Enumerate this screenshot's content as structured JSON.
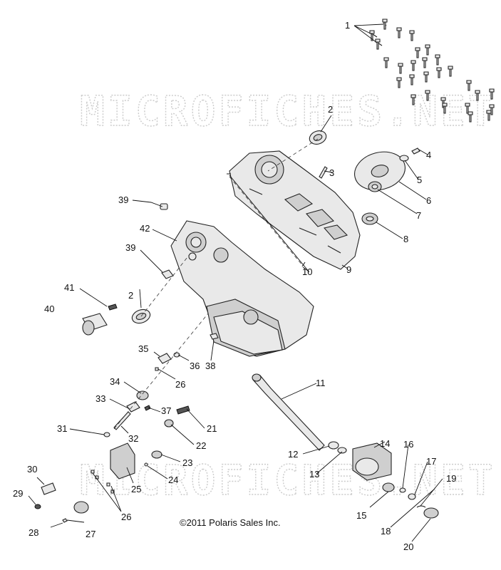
{
  "watermark": "MICROFICHES.NET",
  "copyright": "©2011 Polaris Sales Inc.",
  "callouts": [
    {
      "id": "c1",
      "label": "1"
    },
    {
      "id": "c2a",
      "label": "2"
    },
    {
      "id": "c3",
      "label": "3"
    },
    {
      "id": "c4",
      "label": "4"
    },
    {
      "id": "c5",
      "label": "5"
    },
    {
      "id": "c6",
      "label": "6"
    },
    {
      "id": "c7",
      "label": "7"
    },
    {
      "id": "c8",
      "label": "8"
    },
    {
      "id": "c9",
      "label": "9"
    },
    {
      "id": "c10",
      "label": "10"
    },
    {
      "id": "c11",
      "label": "11"
    },
    {
      "id": "c12",
      "label": "12"
    },
    {
      "id": "c13",
      "label": "13"
    },
    {
      "id": "c14",
      "label": "14"
    },
    {
      "id": "c15",
      "label": "15"
    },
    {
      "id": "c16",
      "label": "16"
    },
    {
      "id": "c17",
      "label": "17"
    },
    {
      "id": "c18",
      "label": "18"
    },
    {
      "id": "c19",
      "label": "19"
    },
    {
      "id": "c20",
      "label": "20"
    },
    {
      "id": "c21",
      "label": "21"
    },
    {
      "id": "c22",
      "label": "22"
    },
    {
      "id": "c23",
      "label": "23"
    },
    {
      "id": "c24",
      "label": "24"
    },
    {
      "id": "c25",
      "label": "25"
    },
    {
      "id": "c26a",
      "label": "26"
    },
    {
      "id": "c26b",
      "label": "26"
    },
    {
      "id": "c27",
      "label": "27"
    },
    {
      "id": "c28",
      "label": "28"
    },
    {
      "id": "c29",
      "label": "29"
    },
    {
      "id": "c30",
      "label": "30"
    },
    {
      "id": "c31",
      "label": "31"
    },
    {
      "id": "c32",
      "label": "32"
    },
    {
      "id": "c33",
      "label": "33"
    },
    {
      "id": "c34",
      "label": "34"
    },
    {
      "id": "c35",
      "label": "35"
    },
    {
      "id": "c36",
      "label": "36"
    },
    {
      "id": "c37",
      "label": "37"
    },
    {
      "id": "c38",
      "label": "38"
    },
    {
      "id": "c39a",
      "label": "39"
    },
    {
      "id": "c39b",
      "label": "39"
    },
    {
      "id": "c40",
      "label": "40"
    },
    {
      "id": "c41",
      "label": "41"
    },
    {
      "id": "c42",
      "label": "42"
    },
    {
      "id": "c2b",
      "label": "2"
    }
  ]
}
